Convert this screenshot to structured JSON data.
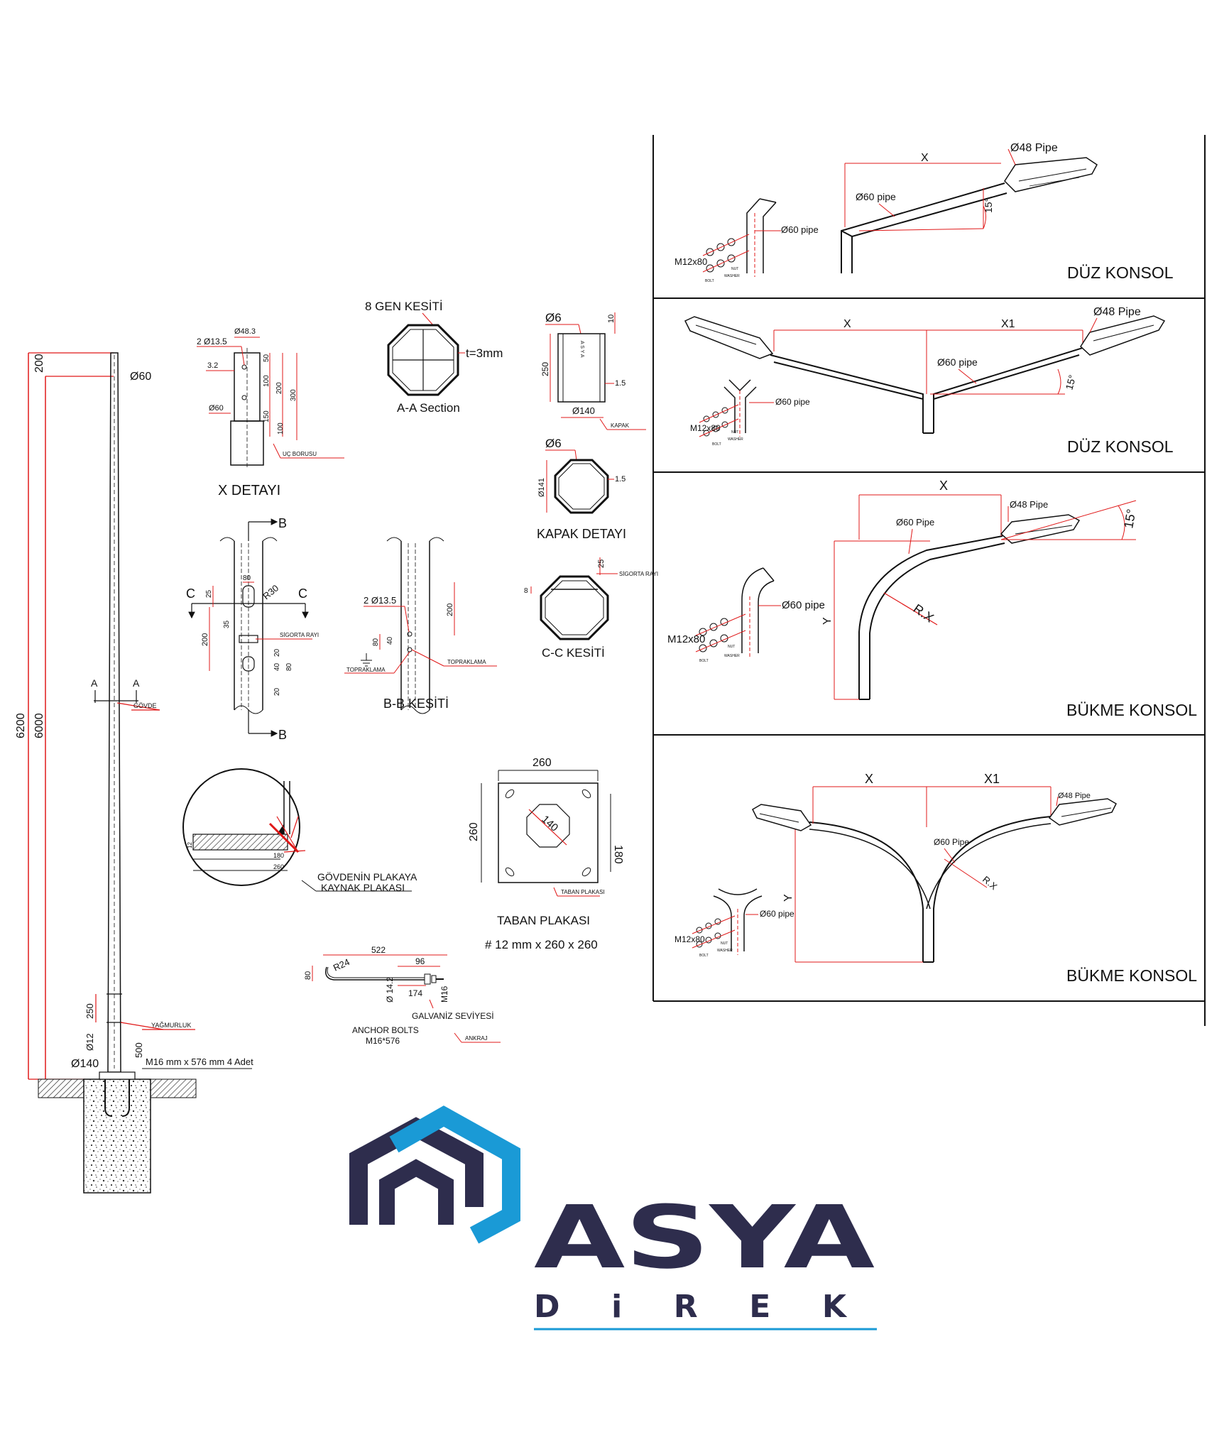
{
  "pole": {
    "dim_total": "6200",
    "dim_body": "6000",
    "dim_top": "200",
    "top_diameter": "Ø60",
    "label_a1": "A",
    "label_a2": "A",
    "body_label": "GÖVDE",
    "dim_250": "250",
    "rain_label": "YAĞMURLUK",
    "dim_12": "Ø12",
    "dim_500": "500",
    "base_diameter": "Ø140",
    "anchor_note": "M16 mm x 576 mm 4 Adet"
  },
  "x_detail": {
    "title": "X DETAYI",
    "d48": "Ø48.3",
    "holes": "2 Ø13.5",
    "d32": "3.2",
    "d60": "Ø60",
    "dims": [
      "50",
      "100",
      "200",
      "300",
      "150",
      "100"
    ],
    "tag": "UÇ BORUSU"
  },
  "section_aa": {
    "title": "8 GEN KESİTİ",
    "thickness": "t=3mm",
    "caption": "A-A Section"
  },
  "cap": {
    "d6": "Ø6",
    "dim10": "10",
    "dim250": "250",
    "dim15": "1.5",
    "d140": "Ø140",
    "tag": "KAPAK",
    "vertical_letters": "A S Y A",
    "d6b": "Ø6",
    "d141": "Ø141",
    "dim15b": "1.5",
    "title": "KAPAK DETAYI"
  },
  "section_cc": {
    "dim25": "25",
    "dim8": "8",
    "rail": "SİGORTA RAYI",
    "title": "C-C KESİTİ"
  },
  "detail_b": {
    "b_top": "B",
    "b_bottom": "B",
    "c_left": "C",
    "c_right": "C",
    "dims": [
      "25",
      "80",
      "R30",
      "35",
      "200",
      "20",
      "40",
      "80",
      "20"
    ],
    "rail": "SİGORTA RAYI"
  },
  "section_bb": {
    "holes": "2 Ø13.5",
    "dims": [
      "200",
      "80",
      "40"
    ],
    "ground1": "TOPRAKLAMA",
    "ground2": "TOPRAKLAMA",
    "title": "B-B KESİTİ"
  },
  "weld": {
    "dims": [
      "180",
      "260",
      "12"
    ],
    "title_line1": "GÖVDENİN PLAKAYA",
    "title_line2": "KAYNAK PLAKASI"
  },
  "base_plate": {
    "dim_top": "260",
    "dim_left": "260",
    "dim_right": "180",
    "dim_diag": "140",
    "tag": "TABAN PLAKASI",
    "title": "TABAN PLAKASI",
    "spec": "# 12 mm x 260 x 260"
  },
  "anchor": {
    "dim522": "522",
    "r24": "R24",
    "dim96": "96",
    "dim80": "80",
    "d142": "Ø 14.2",
    "dim174": "174",
    "m16": "M16",
    "galv": "GALVANİZ SEVİYESİ",
    "title_line1": "ANCHOR BOLTS",
    "title_line2": "M16*576",
    "tag": "ANKRAJ"
  },
  "bracket_panels": [
    {
      "title": "DÜZ KONSOL",
      "x": "X",
      "d48": "Ø48 Pipe",
      "d60": "Ø60 pipe",
      "angle": "15°",
      "small_d60": "Ø60 pipe",
      "bolt": "M12x80",
      "bolt_parts": [
        "BOLT",
        "NUT",
        "WASHER"
      ]
    },
    {
      "title": "DÜZ KONSOL",
      "x": "X",
      "x1": "X1",
      "d48": "Ø48 Pipe",
      "d60": "Ø60 pipe",
      "angle": "15°",
      "small_d60": "Ø60 pipe",
      "bolt": "M12x80",
      "bolt_parts": [
        "BOLT",
        "NUT",
        "WASHER"
      ]
    },
    {
      "title": "BÜKME KONSOL",
      "x": "X",
      "y": "Y",
      "rx": "R.X",
      "d48": "Ø48 Pipe",
      "d60": "Ø60 Pipe",
      "angle": "15°",
      "small_d60": "Ø60 pipe",
      "bolt": "M12x80",
      "bolt_parts": [
        "BOLT",
        "NUT",
        "WASHER"
      ]
    },
    {
      "title": "BÜKME KONSOL",
      "x": "X",
      "x1": "X1",
      "y": "Y",
      "rx": "R.X",
      "d48": "Ø48 Pipe",
      "d60": "Ø60 Pipe",
      "small_d60": "Ø60 pipe",
      "bolt": "M12x80",
      "bolt_parts": [
        "BOLT",
        "NUT",
        "WASHER"
      ]
    }
  ],
  "logo": {
    "brand": "ASYA",
    "sub": "DiREK",
    "colors": {
      "dark": "#2e2d4d",
      "blue": "#1a9ad6",
      "line": "#1a9ad6"
    }
  }
}
